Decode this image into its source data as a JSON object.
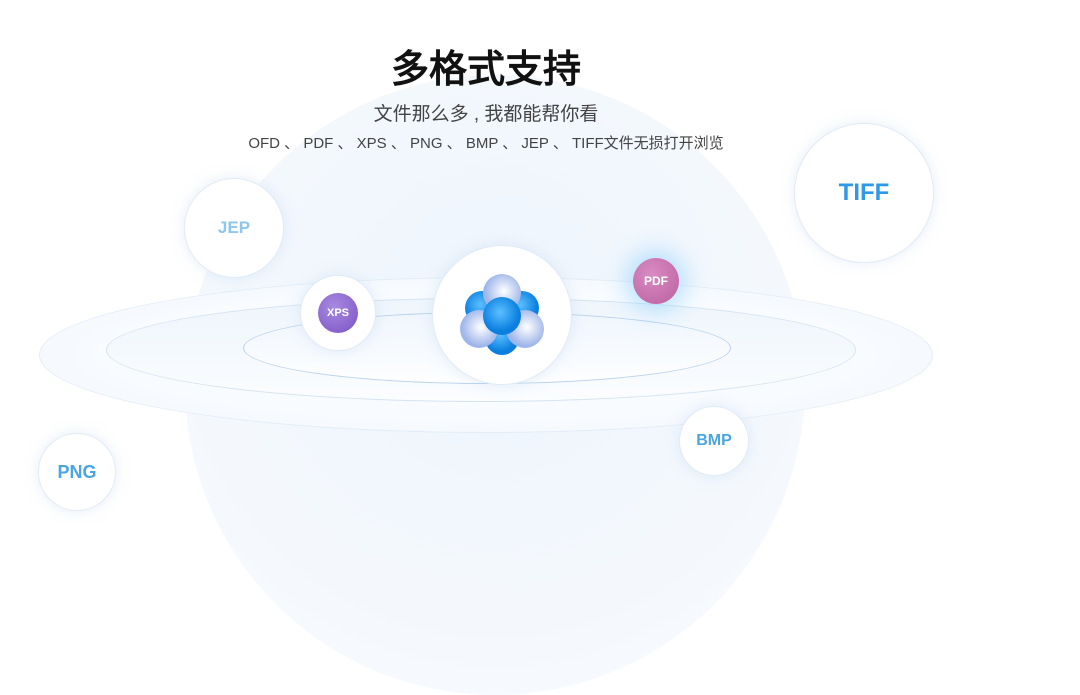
{
  "header": {
    "title": "多格式支持",
    "subtitle": "文件那么多 , 我都能帮你看",
    "formats_line": "OFD 、 PDF 、 XPS 、 PNG 、 BMP 、 JEP 、 TIFF文件无损打开浏览"
  },
  "bubbles": {
    "jep": "JEP",
    "tiff": "TIFF",
    "xps": "XPS",
    "pdf": "PDF",
    "bmp": "BMP",
    "png": "PNG"
  },
  "colors": {
    "blue": "#3ea3e8",
    "purple": "#8a63cf",
    "pink": "#c46aa8"
  }
}
